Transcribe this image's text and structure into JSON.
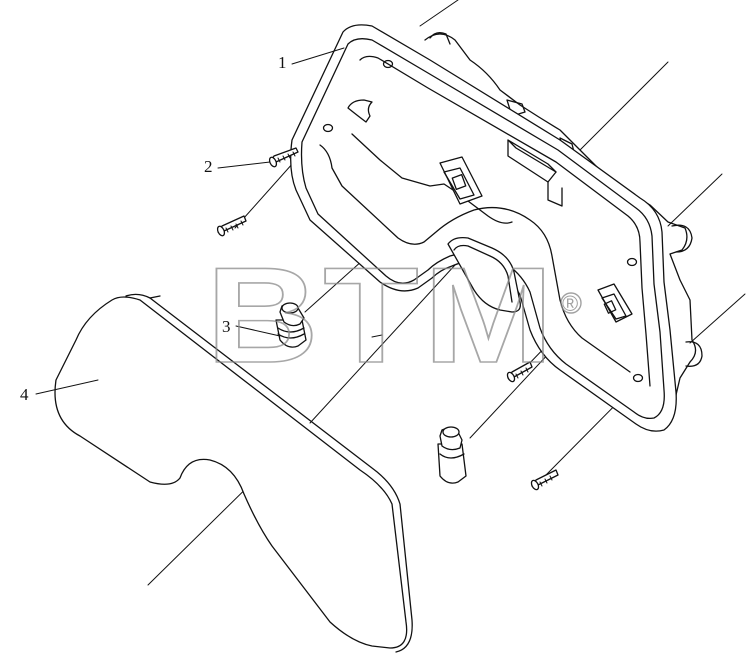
{
  "callouts": [
    {
      "id": "1",
      "label": "1"
    },
    {
      "id": "2",
      "label": "2"
    },
    {
      "id": "3",
      "label": "3"
    },
    {
      "id": "4",
      "label": "4"
    }
  ],
  "watermark": {
    "text": "BTM",
    "mark": "®"
  },
  "colors": {
    "line": "#111111",
    "watermark": "#8a8a8a",
    "background": "#ffffff"
  }
}
